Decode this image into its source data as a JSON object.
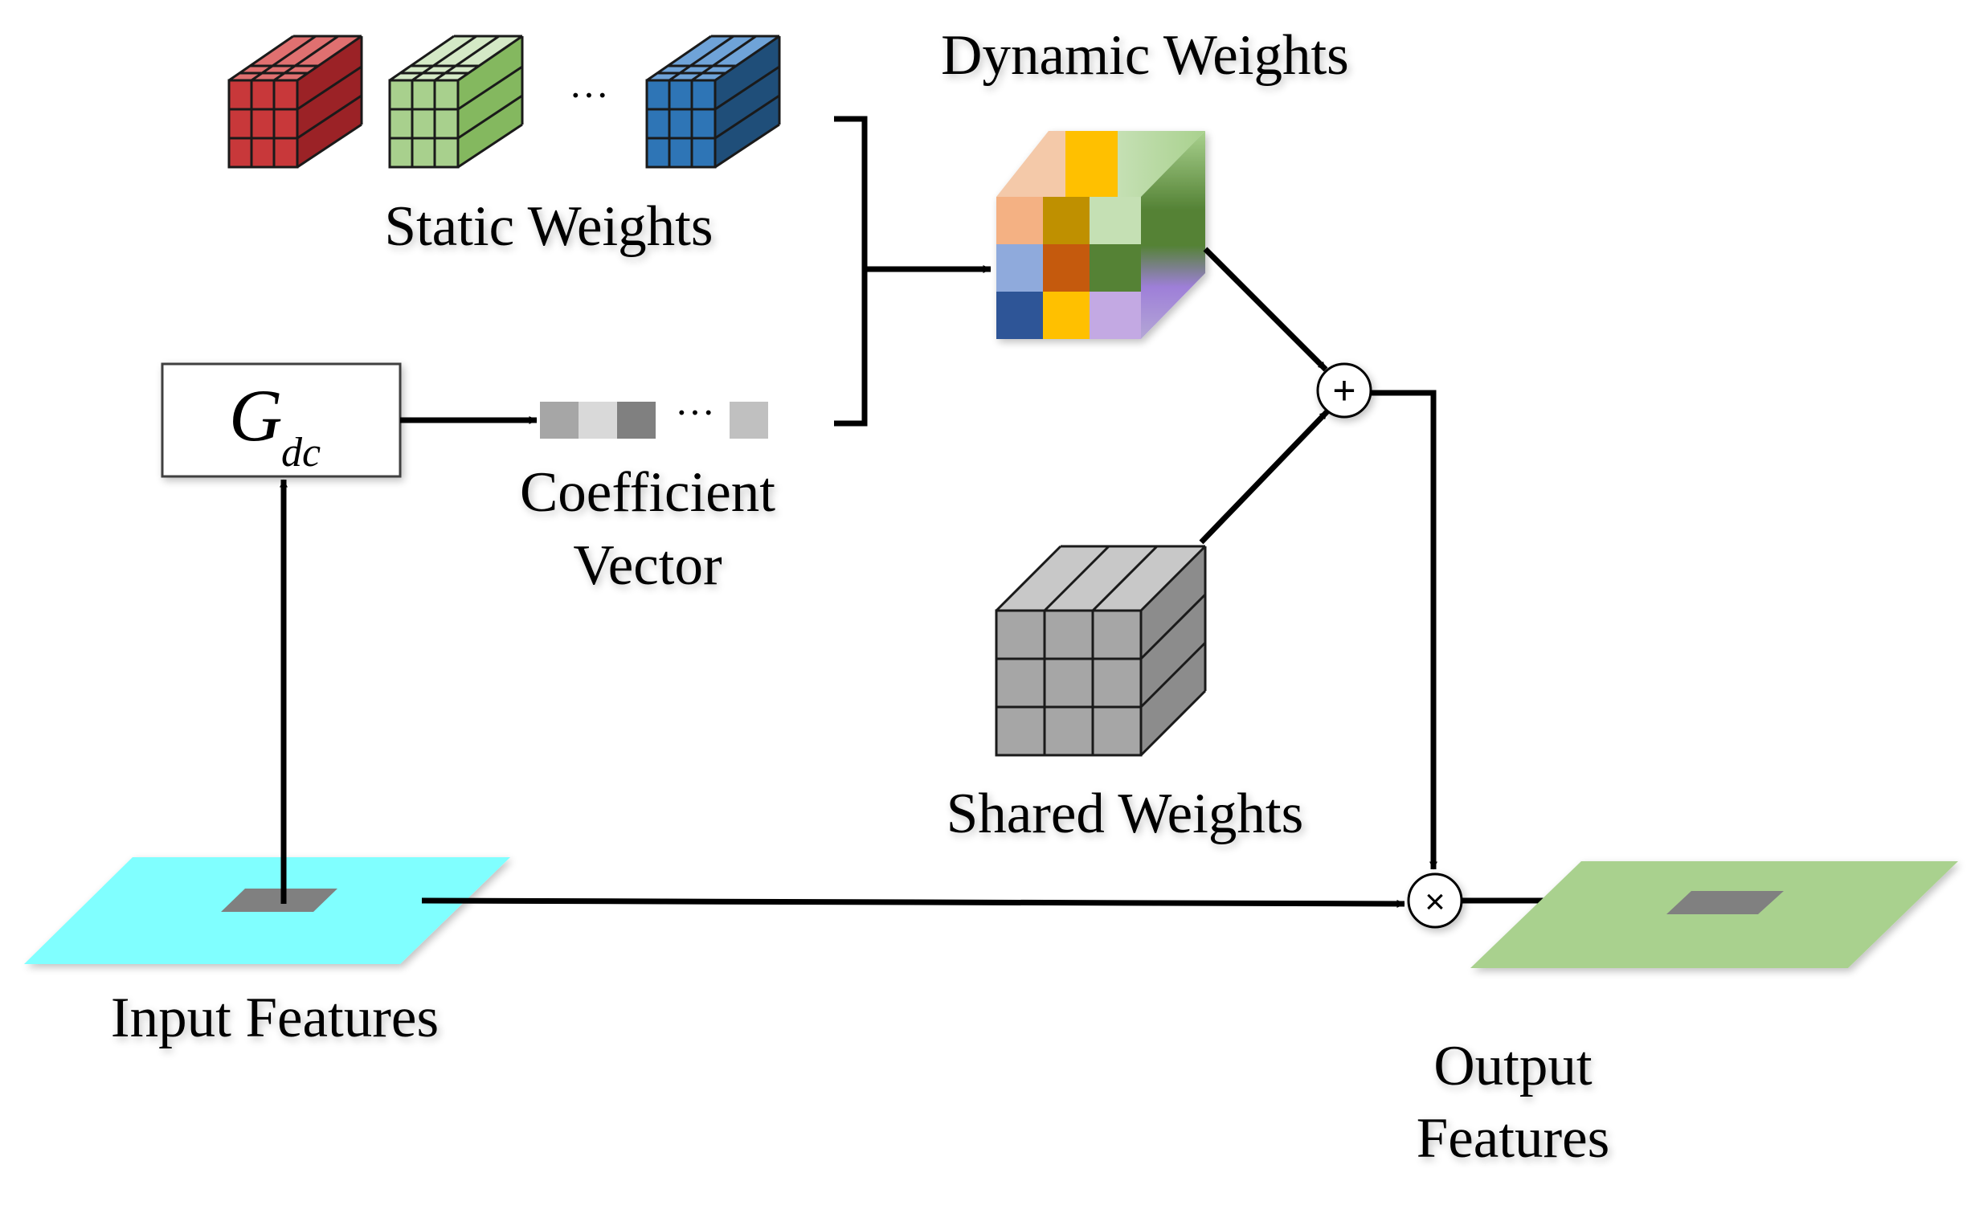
{
  "labels": {
    "static_weights": "Static Weights",
    "dynamic_weights": "Dynamic Weights",
    "shared_weights": "Shared Weights",
    "coefficient_line1": "Coefficient",
    "coefficient_line2": "Vector",
    "input_features": "Input Features",
    "output_line1": "Output",
    "output_line2": "Features",
    "g_main": "G",
    "g_sub": "dc",
    "ellipsis_static": "···",
    "ellipsis_coeff": "···",
    "plus_symbol": "+",
    "times_symbol": "×"
  },
  "colors": {
    "static_red": "#c8383a",
    "static_green": "#a8d08d",
    "static_blue": "#2e75b6",
    "shared_gray": "#a6a6a6",
    "input_plane": "#80ffff",
    "output_plane": "#a9d18e",
    "patch": "#808080"
  },
  "icons": {
    "operator_add": "circle-plus-icon",
    "operator_multiply": "circle-times-icon"
  }
}
